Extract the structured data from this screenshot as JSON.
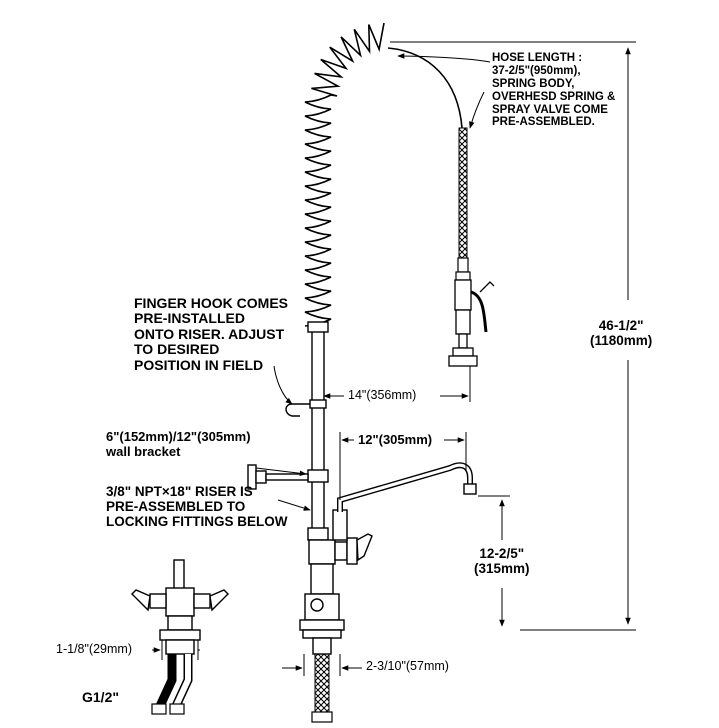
{
  "drawing": {
    "notes": {
      "hose": [
        "HOSE LENGTH :",
        "37-2/5\"(950mm),",
        "SPRING BODY,",
        "OVERHESD SPRING &",
        "SPRAY VALVE COME",
        "PRE-ASSEMBLED."
      ],
      "finger_hook": [
        "FINGER HOOK COMES",
        "PRE-INSTALLED",
        "ONTO RISER. ADJUST",
        "TO DESIRED",
        "POSITION IN FIELD"
      ],
      "wall_bracket": [
        "6\"(152mm)/12\"(305mm)",
        "wall bracket"
      ],
      "riser": [
        "3/8\" NPT×18\" RISER IS",
        "PRE-ASSEMBLED TO",
        "LOCKING FITTINGS BELOW"
      ]
    },
    "dimensions": {
      "total_height": [
        "46-1/2\"",
        "(1180mm)"
      ],
      "hook_reach": "14\"(356mm)",
      "spout_reach": "12\"(305mm)",
      "spout_height": [
        "12-2/5\"",
        "(315mm)"
      ],
      "base_width": "2-3/10\"(57mm)",
      "mixer_base": "1-1/8\"(29mm)",
      "inlet_thread": "G1/2\""
    }
  }
}
